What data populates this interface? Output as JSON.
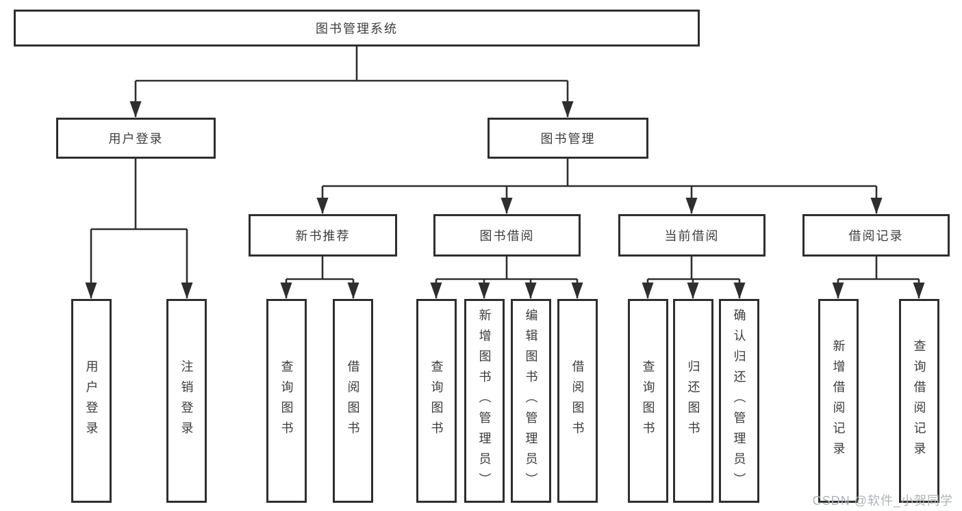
{
  "diagram": {
    "root": {
      "label": "图书管理系统"
    },
    "children": [
      {
        "label": "用户登录",
        "children": [
          {
            "label": "用户登录"
          },
          {
            "label": "注销登录"
          }
        ]
      },
      {
        "label": "图书管理",
        "children": [
          {
            "label": "新书推荐",
            "children": [
              {
                "label": "查询图书"
              },
              {
                "label": "借阅图书"
              }
            ]
          },
          {
            "label": "图书借阅",
            "children": [
              {
                "label": "查询图书"
              },
              {
                "label": "新增图书（管理员）"
              },
              {
                "label": "编辑图书（管理员）"
              },
              {
                "label": "借阅图书"
              }
            ]
          },
          {
            "label": "当前借阅",
            "children": [
              {
                "label": "查询图书"
              },
              {
                "label": "归还图书"
              },
              {
                "label": "确认归还（管理员）"
              }
            ]
          },
          {
            "label": "借阅记录",
            "children": [
              {
                "label": "新增借阅记录"
              },
              {
                "label": "查询借阅记录"
              }
            ]
          }
        ]
      }
    ]
  },
  "watermark": {
    "text": "CSDN @软件_小贺同学"
  },
  "colors": {
    "line": "#2e2e2e",
    "box_border": "#2e2e2e",
    "box_fill": "#ffffff",
    "text": "#3c3c3c",
    "watermark": "#aeb2ba",
    "background": "#ffffff"
  }
}
